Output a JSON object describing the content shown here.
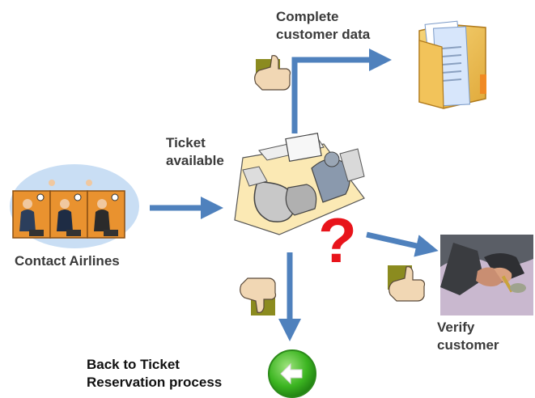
{
  "labels": {
    "complete_customer_data": "Complete\ncustomer data",
    "ticket_available": "Ticket\navailable",
    "contact_airlines": "Contact Airlines",
    "verify_customer": "Verify\ncustomer",
    "back_to_ticket_reservation": "Back to Ticket\nReservation process"
  },
  "question_mark": "?",
  "colors": {
    "arrow": "#4f81bd",
    "question_mark": "#e8141b",
    "text": "#3a3a3a",
    "thumb_box": "#8b8b1f",
    "back_button": "#3cb521"
  },
  "icons": [
    "call-center-clipart",
    "office-desk-clipart",
    "folder-documents-clipart",
    "handshake-photo",
    "thumbs-up-icon",
    "thumbs-down-icon",
    "back-arrow-button-icon"
  ]
}
